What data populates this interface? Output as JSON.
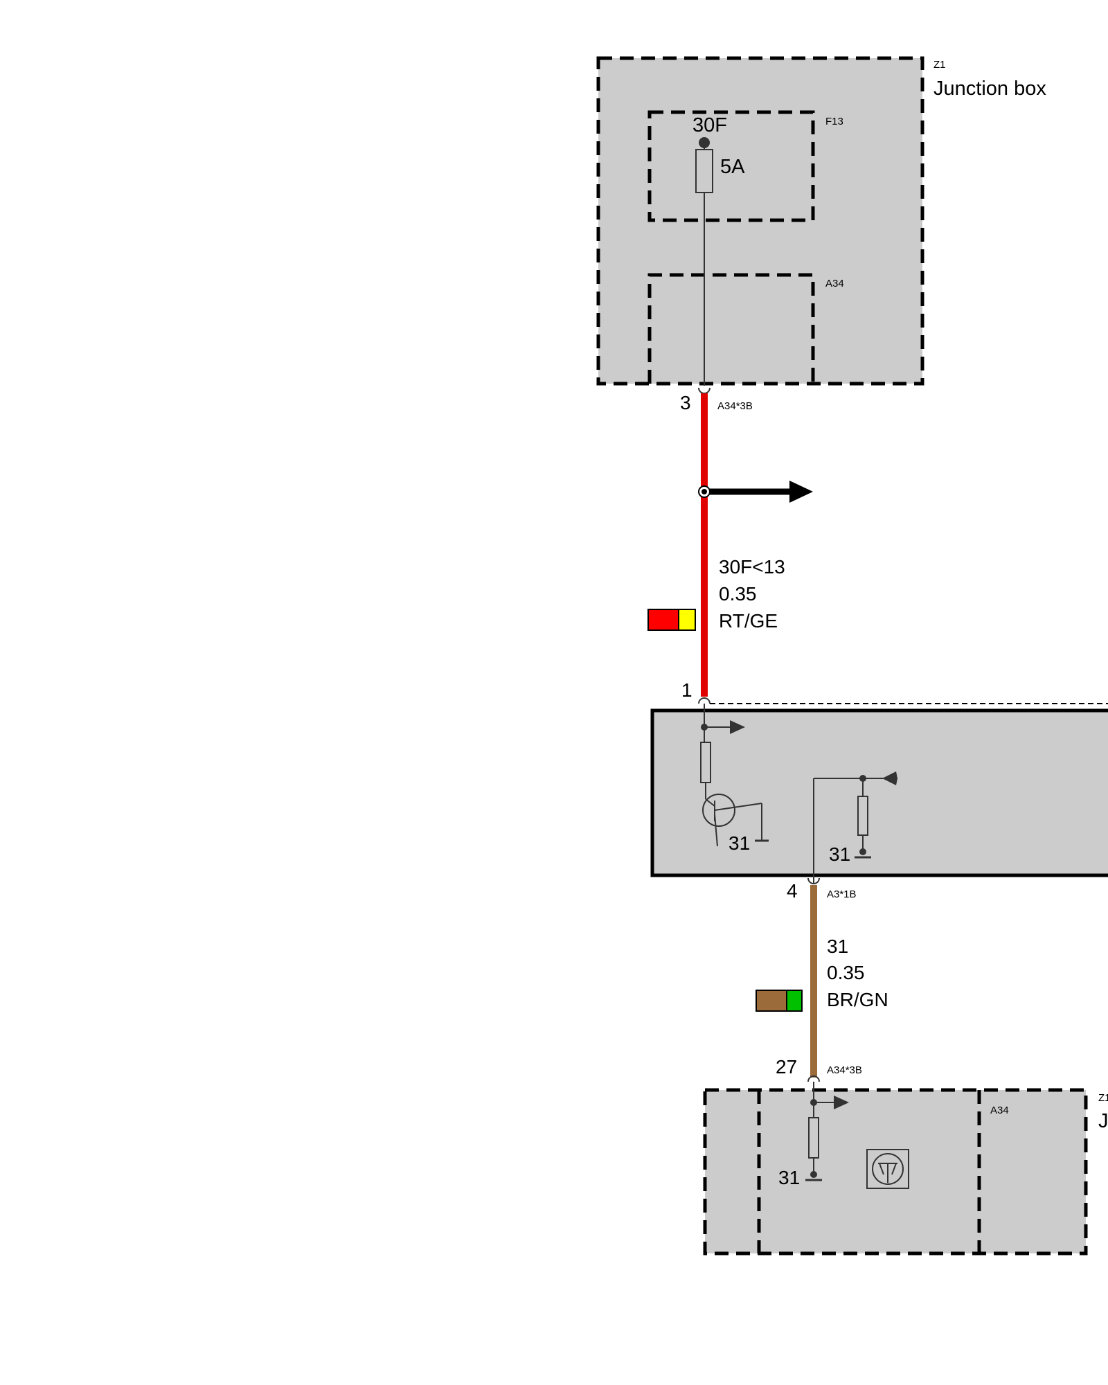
{
  "junction_box_top": {
    "ref": "Z1",
    "name": "Junction box",
    "fuse_ref": "F13",
    "fuse_terminal": "30F",
    "fuse_rating": "5A",
    "connector_ref": "A34",
    "pin": "3",
    "pin_connector": "A34*3B"
  },
  "wire_1": {
    "signal": "30F<13",
    "gauge": "0.35",
    "color_code": "RT/GE",
    "colors": [
      "#ff0000",
      "#ffff00"
    ]
  },
  "control_unit": {
    "pin_in": "1",
    "pin_out": "4",
    "pin_out_connector": "A3*1B",
    "ground_left": "31",
    "ground_right": "31"
  },
  "wire_2": {
    "signal": "31",
    "gauge": "0.35",
    "color_code": "BR/GN",
    "colors": [
      "#9c6b3a",
      "#00c000"
    ]
  },
  "junction_box_bottom": {
    "pin": "27",
    "pin_connector": "A34*3B",
    "connector_ref": "A34",
    "ground": "31",
    "ref_partial": "Z1",
    "name_partial": "J"
  }
}
